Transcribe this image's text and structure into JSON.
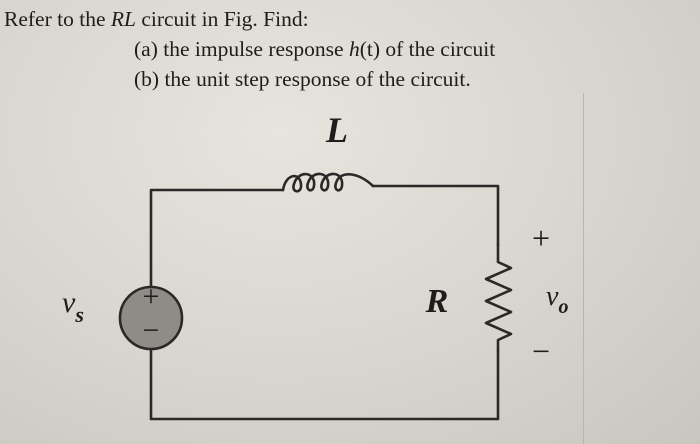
{
  "problem": {
    "intro_prefix": "Refer to the ",
    "intro_circuit": "RL",
    "intro_suffix": " circuit in Fig. Find:",
    "part_a_prefix": "(a) the impulse response ",
    "part_a_symbol": "h",
    "part_a_arg": "(t)",
    "part_a_suffix": " of the circuit",
    "part_b": "(b) the unit step response of the circuit."
  },
  "circuit": {
    "inductor_label": "L",
    "resistor_label": "R",
    "source_label": "v",
    "source_subscript": "s",
    "output_label": "v",
    "output_subscript": "o",
    "plus_sign": "+",
    "minus_sign": "−",
    "source_plus": "+",
    "source_minus": "−"
  },
  "colors": {
    "wire": "#2a2927",
    "source_fill": "#8f8c88",
    "text": "#1e1d1b"
  }
}
